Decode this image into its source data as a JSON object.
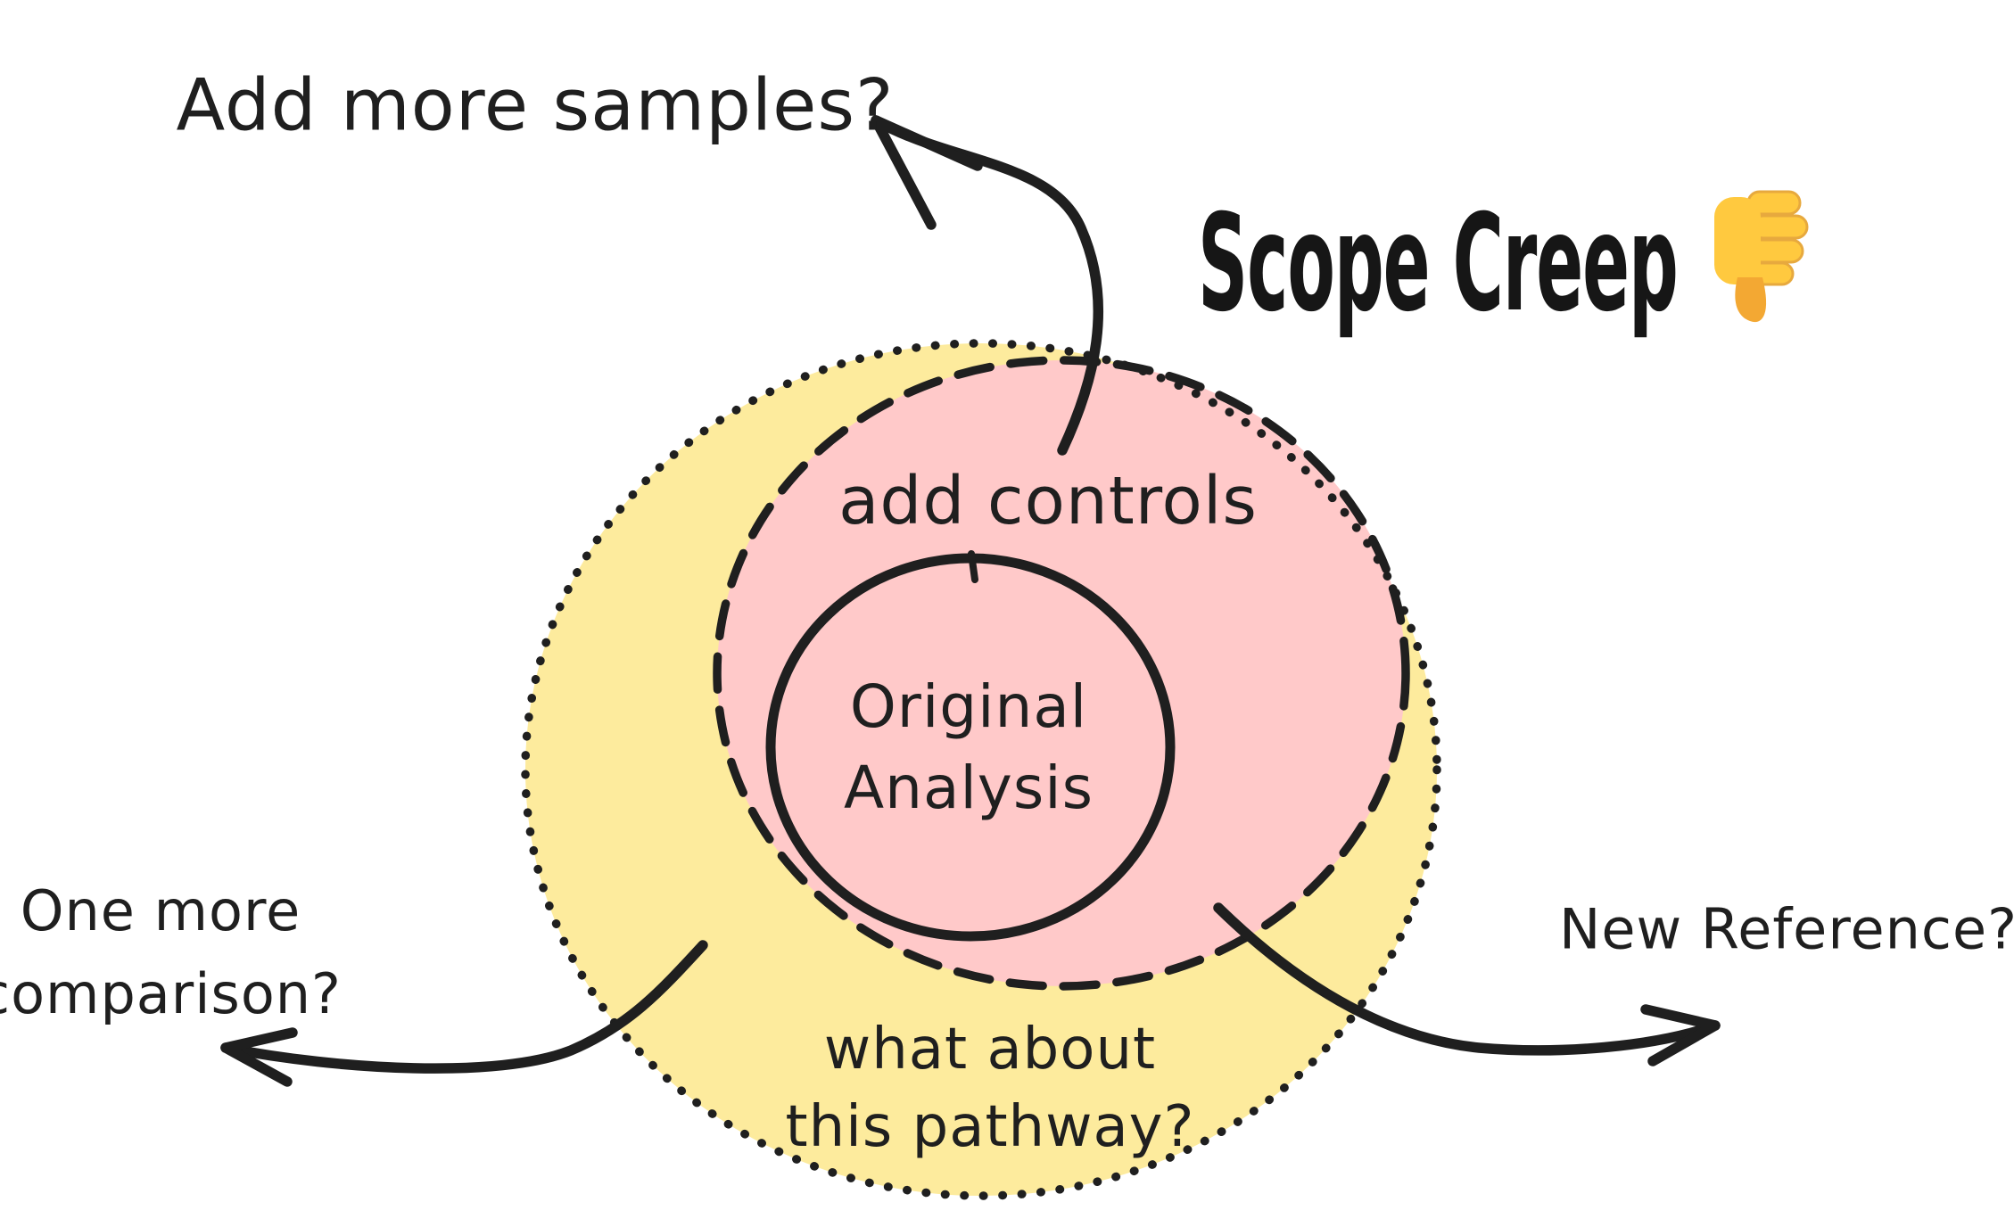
{
  "title": {
    "text": "Scope Creep",
    "emoji": "👎",
    "color": "#161616"
  },
  "ink_color": "#1F1F1F",
  "circles": {
    "outer": {
      "label_line1": "what about",
      "label_line2": "this pathway?",
      "fill": "#FDEB9D",
      "border_style": "dotted"
    },
    "middle": {
      "label": "add controls",
      "fill": "#FFC9C9",
      "border_style": "dashed"
    },
    "inner": {
      "label_line1": "Original",
      "label_line2": "Analysis",
      "fill": "#AFF0BC",
      "border_style": "solid"
    }
  },
  "callouts": {
    "top": {
      "label": "Add more samples?"
    },
    "left": {
      "line1": "One more",
      "line2": "comparison?"
    },
    "right": {
      "label": "New Reference?"
    }
  },
  "emoji_colors": {
    "hand": "#FFC93F",
    "thumb_shade": "#F3A833",
    "finger_outline": "#E7A93E"
  }
}
